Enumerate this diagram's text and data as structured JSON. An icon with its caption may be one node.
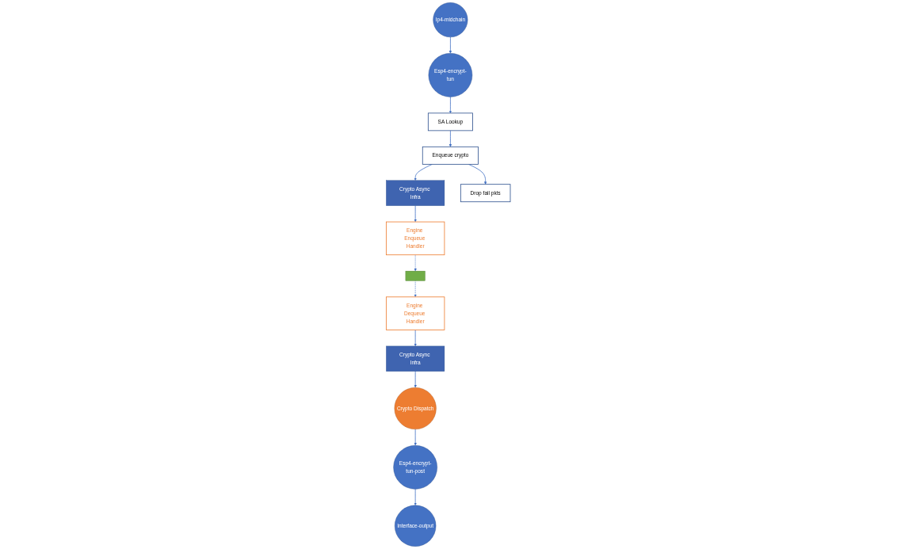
{
  "diagram": {
    "nodes": [
      {
        "text": [
          "Ip4-midchain"
        ]
      },
      {
        "text": [
          "Esp4-encrypt-tun"
        ]
      },
      {
        "text": [
          "Esp4-encrypt-tun-post"
        ]
      },
      {
        "text": [
          "Interface-output"
        ]
      },
      {
        "text": [
          "Engine Enqueue Handler"
        ]
      },
      {
        "text": [
          "Crypto Async Infra"
        ]
      },
      {
        "text": [
          "SA Lookup"
        ]
      },
      {
        "text": [
          "Enqueue crypto"
        ]
      },
      {
        "text": [
          "Drop fail pkts"
        ]
      },
      {
        "text": [],
        "shape": "box"
      },
      {
        "text": [
          "Engine Dequeue Handler"
        ]
      },
      {
        "text": [
          "Crypto Async Infra"
        ]
      },
      {
        "text": [
          "Crypto Dispatch"
        ]
      }
    ],
    "edges": [
      {
        "from": 0,
        "to": 1,
        "arrow": "to"
      },
      {
        "from": 1,
        "to": 6,
        "arrow": "to"
      },
      {
        "from": 6,
        "to": 7,
        "arrow": "to"
      },
      {
        "from": 7,
        "to": 5,
        "arrow": "to"
      },
      {
        "from": 5,
        "to": 4,
        "arrow": "to"
      },
      {
        "from": 7,
        "to": 8,
        "arrow": "to"
      },
      {
        "from": 4,
        "to": 9,
        "arrow": "to",
        "style": "dashed"
      },
      {
        "from": 9,
        "to": 10,
        "arrow": "to",
        "style": "dashed"
      },
      {
        "from": 10,
        "to": 11,
        "arrow": "to"
      },
      {
        "from": 11,
        "to": 12,
        "arrow": "to"
      },
      {
        "from": 12,
        "to": 2,
        "arrow": "to"
      },
      {
        "from": 2,
        "to": 3,
        "arrow": "to"
      }
    ]
  }
}
